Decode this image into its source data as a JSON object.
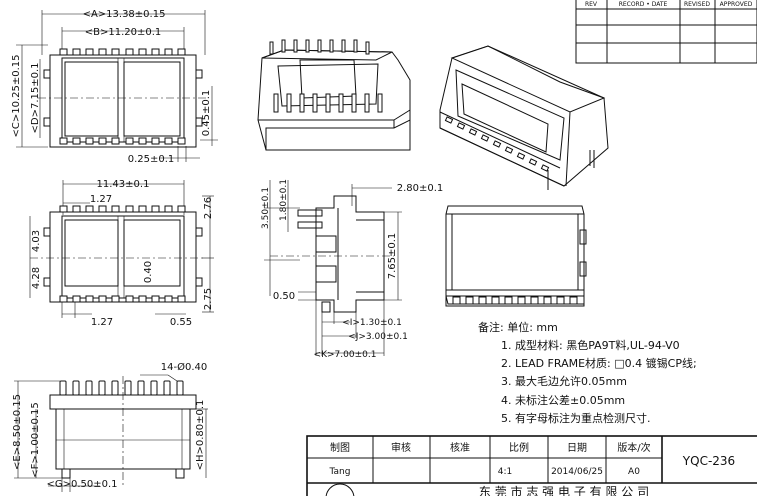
{
  "front_view": {
    "dim_a": "<A>13.38±0.15",
    "dim_b": "<B>11.20±0.1",
    "dim_c": "<C>10.25±0.15",
    "dim_d": "<D>7.15±0.1",
    "dim_side": "0.45±0.1",
    "dim_bottom": "0.25±0.1"
  },
  "bottom_view": {
    "width": "11.43±0.1",
    "pitch_top": "1.27",
    "pitch_bottom": "1.27",
    "right_top": "2.76",
    "right_bottom": "2.75",
    "left_top": "4.03",
    "left_bottom": "4.28",
    "center": "0.40",
    "pin_width": "0.55"
  },
  "side_view": {
    "dim_top": "2.80±0.1",
    "dim_3_50": "3.50±0.1",
    "dim_1_80": "1.80±0.1",
    "dim_7_65": "7.65±0.1",
    "dim_0_50": "0.50",
    "dim_i": "<I>1.30±0.1",
    "dim_j": "<J>3.00±0.1",
    "dim_k": "<K>7.00±0.1"
  },
  "pin_view": {
    "pin_spec": "14-Ø0.40",
    "dim_e": "<E>8.50±0.15",
    "dim_f": "<F>1.00±0.15",
    "dim_h": "<H>0.80±0.1",
    "dim_g": "<G>0.50±0.1"
  },
  "notes": {
    "header": "备注:   单位: mm",
    "items": [
      "1. 成型材料:  黑色PA9T料,UL-94-V0",
      "2. LEAD  FRAME材质: □0.4 镀锡CP线;",
      "3. 最大毛边允许0.05mm",
      "4. 未标注公差±0.05mm",
      "5. 有字母标注为重点检测尺寸."
    ]
  },
  "revision_table": {
    "headers": [
      "REV",
      "RECORD • DATE",
      "REVISED",
      "APPROVED"
    ]
  },
  "title_block": {
    "headers": [
      "制图",
      "审核",
      "核准",
      "比例",
      "日期",
      "版本/次"
    ],
    "values": [
      "Tang",
      "",
      "",
      "4:1",
      "2014/06/25",
      "A0"
    ],
    "part_no": "YQC-236",
    "company": "东 莞 市 志 强 电 子 有 限 公 司"
  }
}
